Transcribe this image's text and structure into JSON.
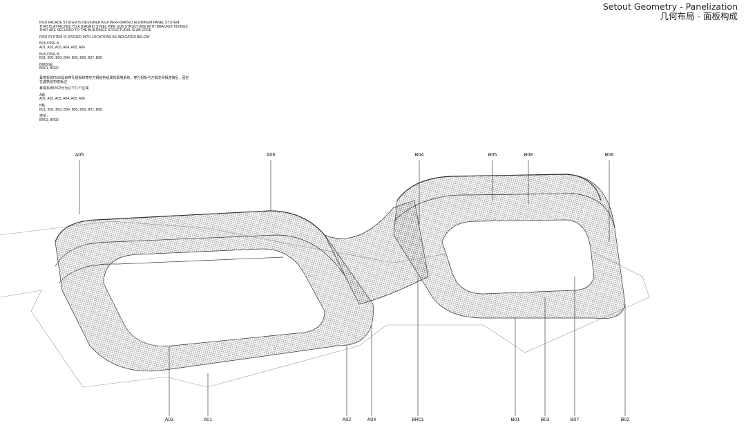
{
  "title": {
    "en": "Setout Geometry - Panelization",
    "cn": "几何布局 - 面板构成"
  },
  "notes_en": {
    "intro": [
      "F502 FACADE SYSTEM IS DESIGNED AS A PERFORATED ALUMINUM PANEL SYSTEM",
      "THAT IS ATTACHED TO A DIAGRID STEEL PIPE SUB STRUCTURE WITH BRACKET FIXINGS",
      "THAT ARE SECURED TO THE BUILDINGS STRUCTURAL SLAB EDGE"
    ],
    "divided": "F502 SYSTEM IS DIVIDED INTO LOCATIONS AS INDICATED BELOW",
    "building_a_label": "BUILDING A:",
    "building_a": "A01, A02, A03, A04, A05, A06",
    "building_b_label": "BUILDING B:",
    "building_b": "B01, B02, B03, B04, B05, B06, B07, B08",
    "bridge_label": "BRIDGE:",
    "bridge": "BR01, BR02"
  },
  "notes_cn": {
    "intro": [
      "幕墙系统F502是由穿孔铝板和菱形方钢结构组成的幕墙系统，穿孔铝板与方钢龙骨相连接后，固定",
      "在建筑结构楼板边"
    ],
    "divided": "幕墙系统F502分为以下几个区域",
    "building_a_label": "A栋：",
    "building_a": "A01, A02, A03, A04, A05, A06",
    "building_b_label": "B栋：",
    "building_b": "B01, B02, B03, B04, B05, B06, B07, B08",
    "bridge_label": "连桥：",
    "bridge": "BR01, BR02"
  },
  "top_labels": [
    "A05",
    "A06",
    "B04",
    "B05",
    "B08",
    "B06"
  ],
  "bottom_labels": [
    "A03",
    "A01",
    "A02",
    "A04",
    "BR01",
    "B01",
    "B03",
    "B07",
    "B02"
  ]
}
